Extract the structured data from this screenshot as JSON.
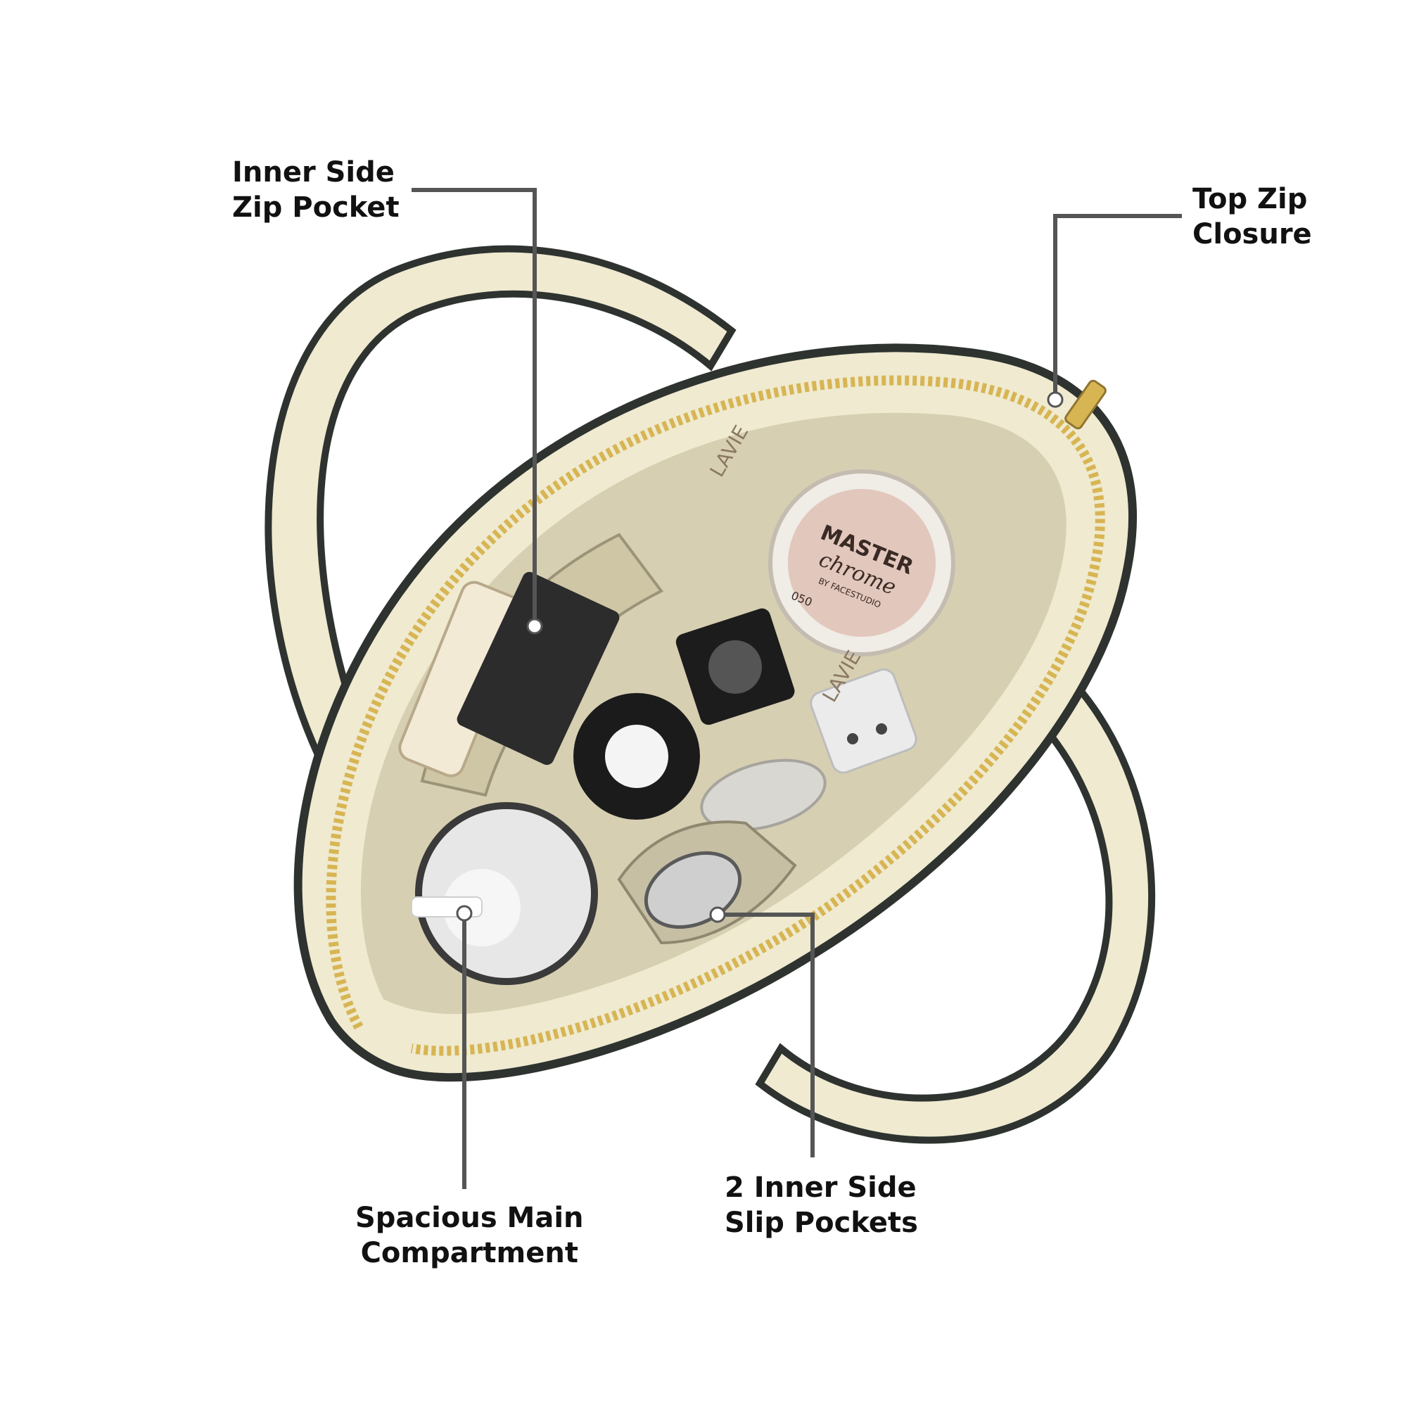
{
  "callouts": {
    "inner_side_zip_pocket": {
      "line1": "Inner Side",
      "line2": "Zip Pocket"
    },
    "top_zip_closure": {
      "line1": "Top Zip",
      "line2": "Closure"
    },
    "spacious_main_compartment": {
      "line1": "Spacious Main",
      "line2": "Compartment"
    },
    "inner_side_slip_pockets": {
      "line1": "2 Inner Side",
      "line2": "Slip Pockets"
    }
  },
  "brand": {
    "lining_text": "LAVIE"
  },
  "highlighter": {
    "line1": "MASTER",
    "line2": "chrome",
    "line3": "BY FACESTUDIO",
    "shade": "050"
  },
  "colors": {
    "leather": "#efead0",
    "lining": "#d7cfb2",
    "trim": "#2e3330",
    "zipper": "#d7b553",
    "leader": "#555555"
  }
}
